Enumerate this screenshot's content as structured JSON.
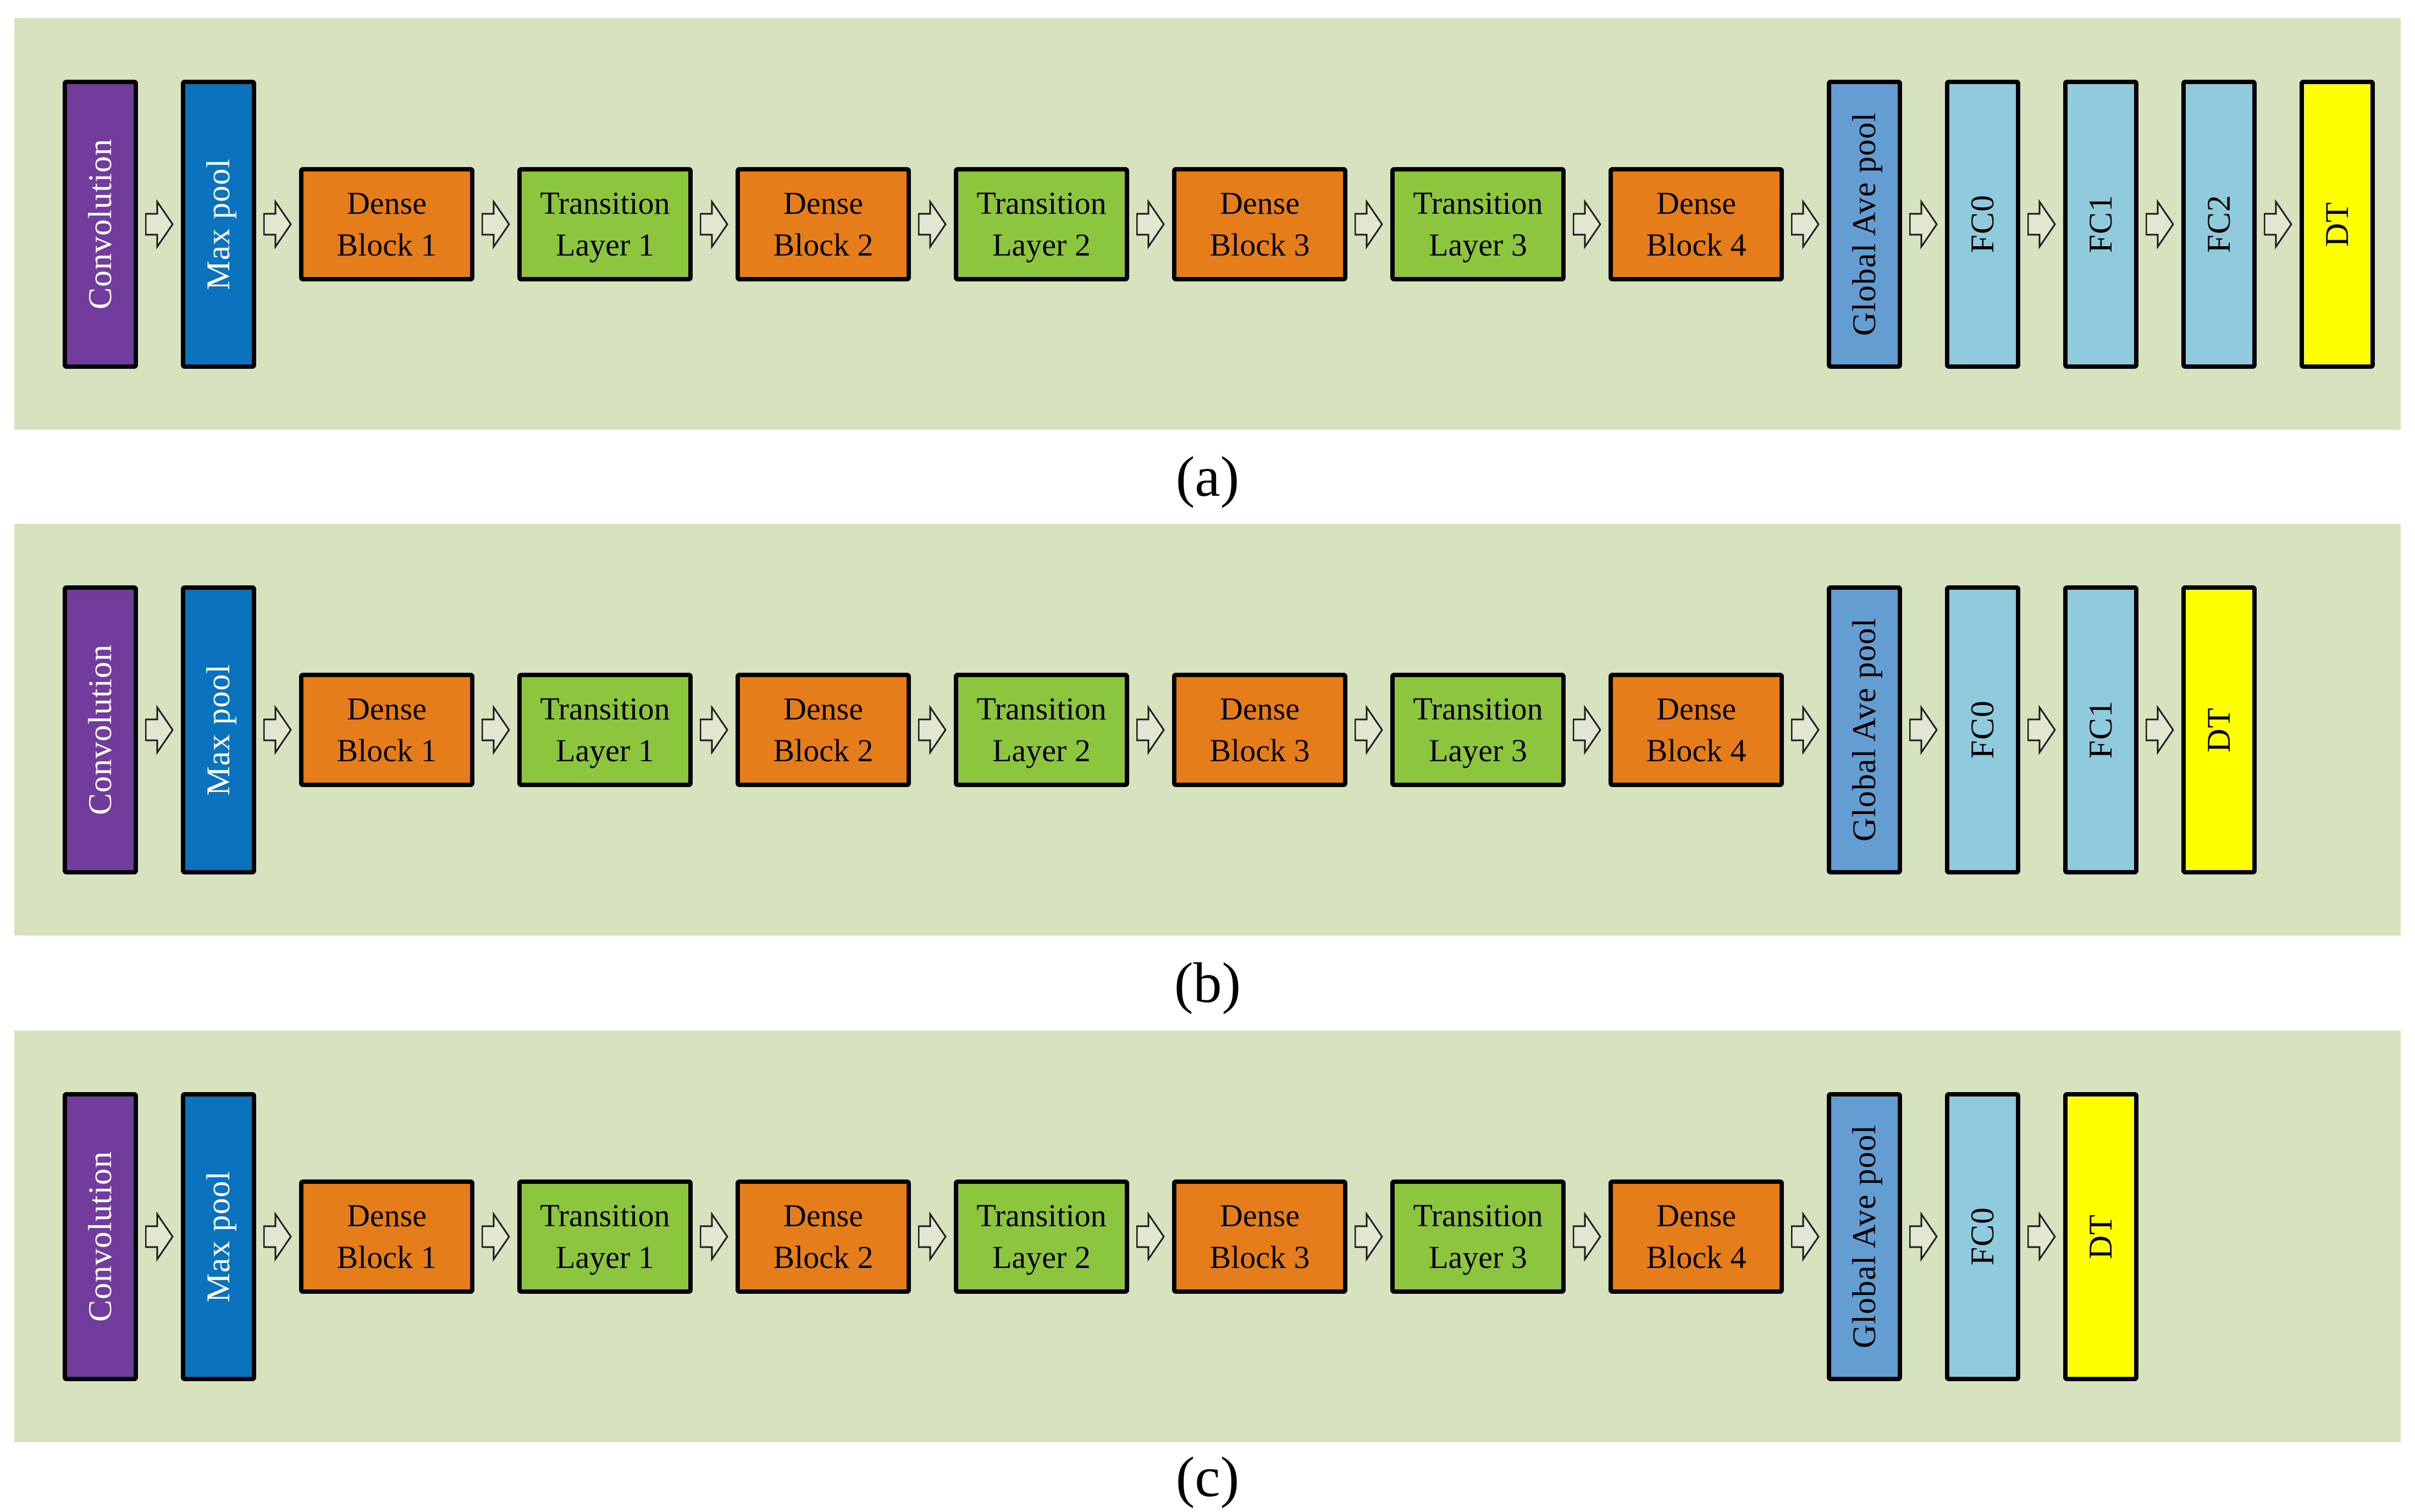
{
  "colors": {
    "panel_background": "#D7E3BF",
    "convolution_block": "#713C9B",
    "max_pool_block": "#0B73BE",
    "dense_block": "#E57E1A",
    "transition_layer_block": "#8CC63F",
    "global_ave_pool_block": "#649DD1",
    "fully_connected_block": "#8FCBDD",
    "dt_block": "#FFFF00",
    "arrow_fill": "#E1E7D0",
    "block_border": "#000000",
    "light_text": "#FFFFFF",
    "dark_text": "#000000"
  },
  "pipeline": {
    "convolution": "Convolution",
    "max_pool": "Max pool",
    "dense_block_1": {
      "line1": "Dense",
      "line2": "Block 1"
    },
    "transition_layer_1": {
      "line1": "Transition",
      "line2": "Layer 1"
    },
    "dense_block_2": {
      "line1": "Dense",
      "line2": "Block 2"
    },
    "transition_layer_2": {
      "line1": "Transition",
      "line2": "Layer 2"
    },
    "dense_block_3": {
      "line1": "Dense",
      "line2": "Block 3"
    },
    "transition_layer_3": {
      "line1": "Transition",
      "line2": "Layer 3"
    },
    "dense_block_4": {
      "line1": "Dense",
      "line2": "Block 4"
    },
    "global_ave_pool": "Global Ave pool",
    "fc0": "FC0",
    "fc1": "FC1",
    "fc2": "FC2",
    "dt": "DT"
  },
  "panels": [
    {
      "id": "a",
      "caption": "(a)",
      "fc_layers": [
        "FC0",
        "FC1",
        "FC2"
      ]
    },
    {
      "id": "b",
      "caption": "(b)",
      "fc_layers": [
        "FC0",
        "FC1"
      ]
    },
    {
      "id": "c",
      "caption": "(c)",
      "fc_layers": [
        "FC0"
      ]
    }
  ]
}
